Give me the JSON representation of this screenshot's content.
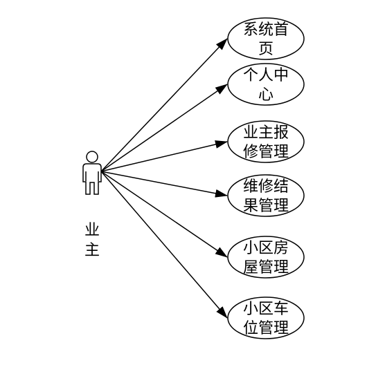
{
  "actor": {
    "name_line1": "业",
    "name_line2": "主"
  },
  "use_cases": [
    {
      "line1": "系统首",
      "line2": "页"
    },
    {
      "line1": "个人中",
      "line2": "心"
    },
    {
      "line1": "业主报",
      "line2": "修管理"
    },
    {
      "line1": "维修结",
      "line2": "果管理"
    },
    {
      "line1": "小区房",
      "line2": "屋管理"
    },
    {
      "line1": "小区车",
      "line2": "位管理"
    }
  ]
}
